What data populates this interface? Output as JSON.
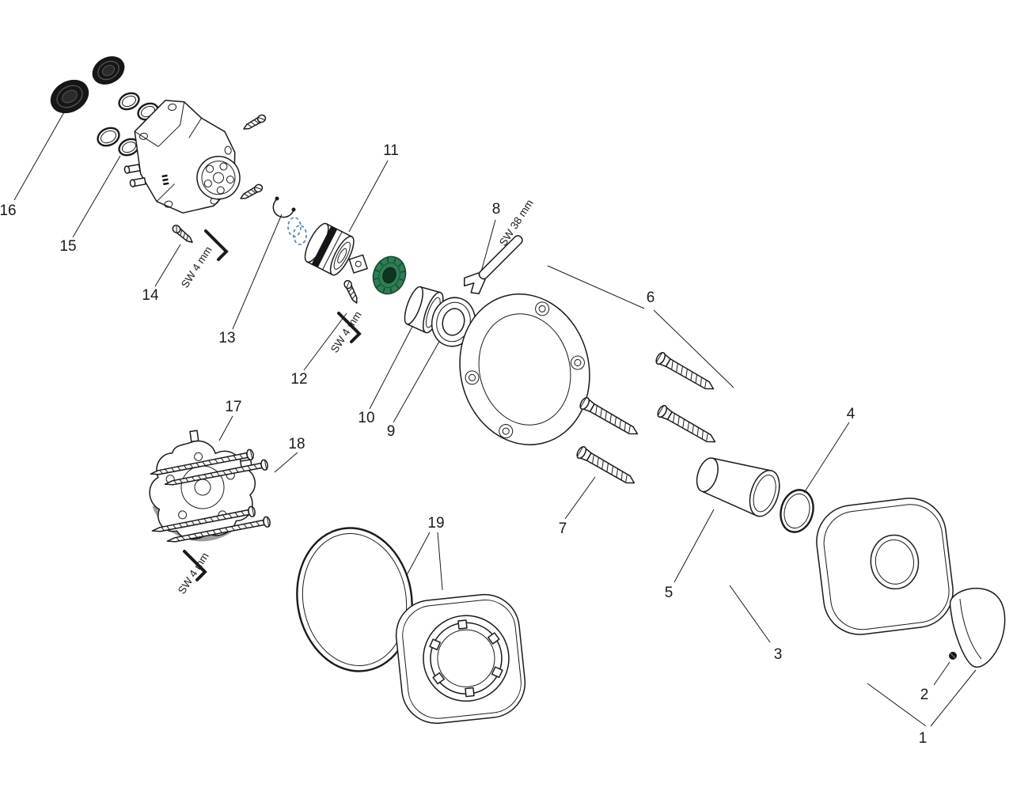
{
  "page": {
    "background": "#ffffff"
  },
  "diagram": {
    "kind": "exploded-parts-diagram",
    "colors": {
      "line": "#1a1a1a",
      "green": "#2e7d54",
      "green-dark": "#14462c",
      "gray": "#9e9e9e",
      "blue": "#4a7fc1",
      "black": "#161616"
    },
    "callouts": {
      "n1": "1",
      "n2": "2",
      "n3": "3",
      "n4": "4",
      "n5": "5",
      "n6": "6",
      "n7": "7",
      "n8": "8",
      "n9": "9",
      "n10": "10",
      "n11": "11",
      "n12": "12",
      "n13": "13",
      "n14": "14",
      "n15": "15",
      "n16": "16",
      "n17": "17",
      "n18": "18",
      "n19": "19"
    },
    "tool_labels": {
      "sw4_top": "SW 4 mm",
      "sw4_mid": "SW 4 mm",
      "sw4_bottom": "SW 4 mm",
      "sw38": "SW 38 mm"
    }
  }
}
